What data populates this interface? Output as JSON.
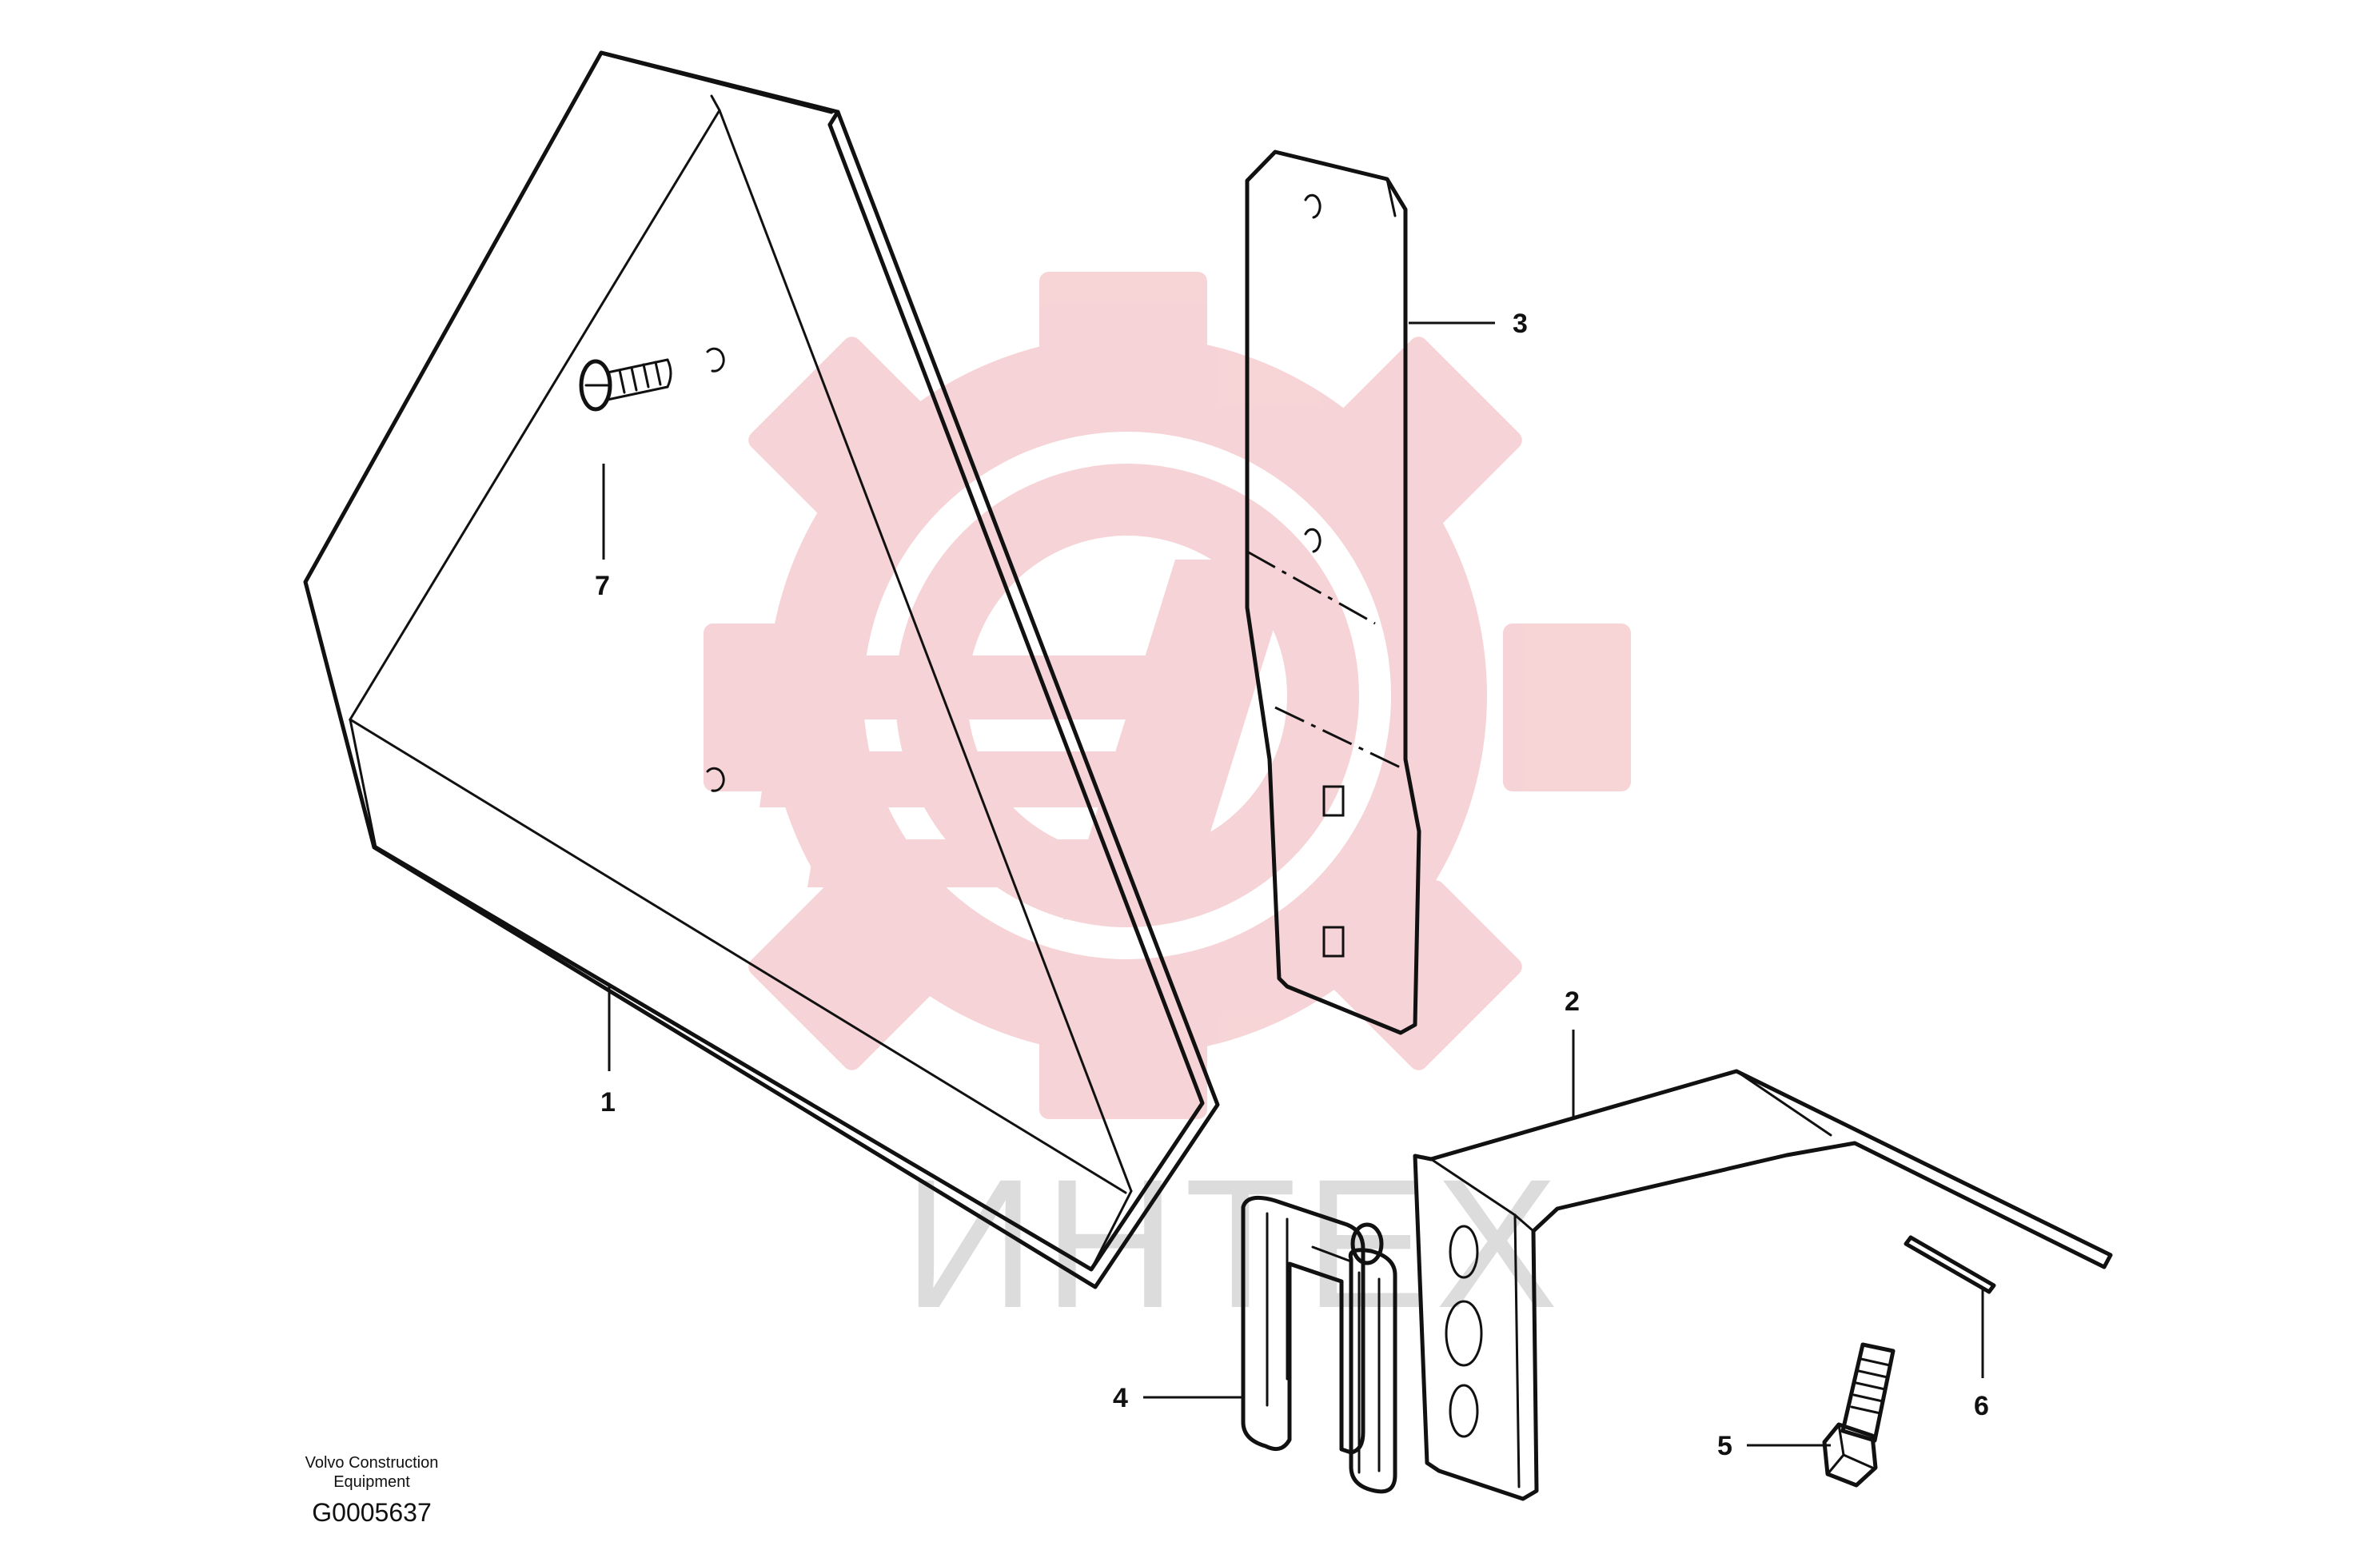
{
  "watermark": {
    "text": "ИНТЕХ",
    "gear_color": "#f6c9cc",
    "text_color": "#dcdcdc"
  },
  "callouts": [
    {
      "id": "1",
      "label": "1"
    },
    {
      "id": "2",
      "label": "2"
    },
    {
      "id": "3",
      "label": "3"
    },
    {
      "id": "4",
      "label": "4"
    },
    {
      "id": "5",
      "label": "5"
    },
    {
      "id": "6",
      "label": "6"
    },
    {
      "id": "7",
      "label": "7"
    }
  ],
  "credit": {
    "line1": "Volvo Construction",
    "line2": "Equipment"
  },
  "drawing_code": "G0005637"
}
